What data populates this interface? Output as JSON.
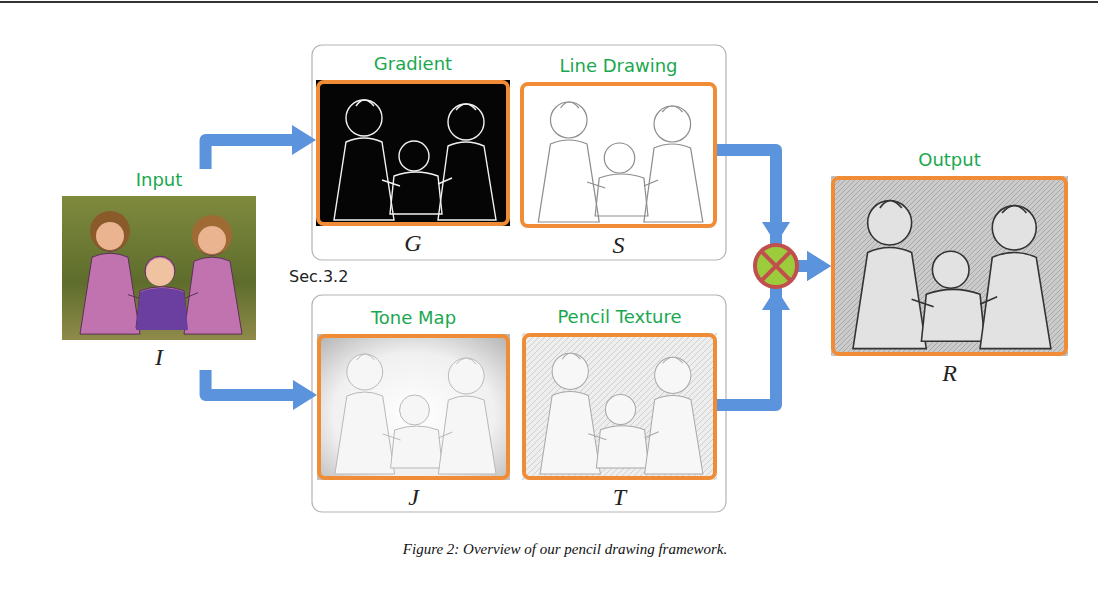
{
  "diagram": {
    "caption": "Figure 2: Overview of our pencil drawing framework.",
    "nodes": [
      {
        "text": [
          "Input",
          "I"
        ]
      },
      {
        "text": [
          "Gradient",
          "G"
        ]
      },
      {
        "text": [
          "Line Drawing",
          "S"
        ]
      },
      {
        "text": [
          "Tone Map",
          "J"
        ]
      },
      {
        "text": [
          "Pencil Texture",
          "T"
        ]
      },
      {
        "text": [
          "Output",
          "R"
        ]
      }
    ],
    "edges": [
      {
        "from": 0,
        "to": 1,
        "arrow": "to"
      },
      {
        "from": 0,
        "to": 3,
        "arrow": "to"
      },
      {
        "from": 2,
        "to": 5,
        "arrow": "to"
      },
      {
        "from": 4,
        "to": 5,
        "arrow": "to"
      }
    ],
    "labels": [
      "Sec.3.2"
    ]
  }
}
